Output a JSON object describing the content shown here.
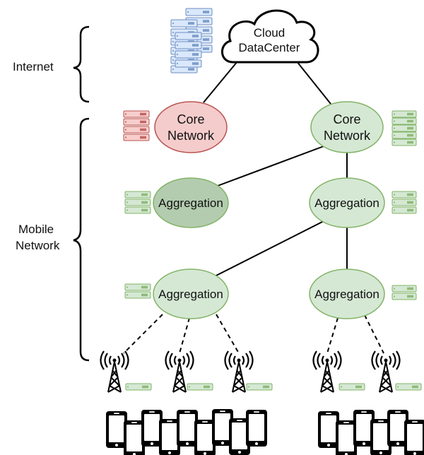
{
  "labels": {
    "internet": "Internet",
    "mobile_line1": "Mobile",
    "mobile_line2": "Network"
  },
  "nodes": {
    "cloud": {
      "line1": "Cloud",
      "line2": "DataCenter"
    },
    "core_left": {
      "line1": "Core",
      "line2": "Network"
    },
    "core_right": {
      "line1": "Core",
      "line2": "Network"
    },
    "agg_top_left": {
      "label": "Aggregation"
    },
    "agg_top_right": {
      "label": "Aggregation"
    },
    "agg_bottom_left": {
      "label": "Aggregation"
    },
    "agg_bottom_right": {
      "label": "Aggregation"
    }
  },
  "colors": {
    "core_left_fill": "#f4cccc",
    "core_left_stroke": "#b85450",
    "green_fill": "#d5e8d4",
    "green_stroke": "#82b366",
    "dark_green_fill": "#b3ccaf",
    "server_blue_fill": "#dae8fc",
    "server_blue_stroke": "#6c8ebf",
    "server_red_fill": "#f8cecc",
    "server_red_stroke": "#b85450"
  },
  "icons": {
    "server_rack": "server-rack-icon",
    "cell_tower": "cell-tower-icon",
    "smartphone": "smartphone-icon",
    "cloud": "cloud-icon",
    "brace": "curly-brace-icon"
  }
}
